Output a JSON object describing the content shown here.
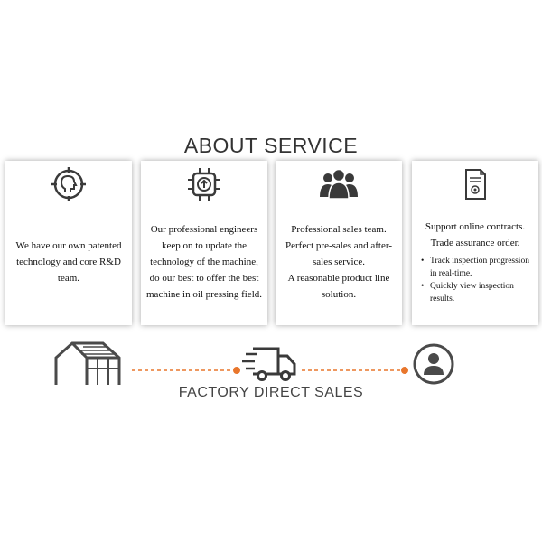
{
  "title": "ABOUT SERVICE",
  "cards": [
    {
      "icon": "head-target-icon",
      "lines": [
        "We have our own patented technology and core R&D team."
      ]
    },
    {
      "icon": "chip-upload-icon",
      "lines": [
        "Our professional engineers keep on to update the technology of the machine, do our best to offer the best machine in oil pressing field."
      ]
    },
    {
      "icon": "team-icon",
      "lines": [
        "Professional sales team.",
        "Perfect pre-sales and after-sales service.",
        "A reasonable product line solution."
      ]
    },
    {
      "icon": "contract-document-icon",
      "lines": [
        "Support online contracts.",
        "Trade assurance order."
      ],
      "bullets": [
        "Track inspection progression in real-time.",
        "Quickly view inspection results."
      ]
    }
  ],
  "footer": {
    "label": "FACTORY DIRECT SALES"
  },
  "colors": {
    "accent": "#e8762c",
    "icon": "#3a3a3a"
  }
}
